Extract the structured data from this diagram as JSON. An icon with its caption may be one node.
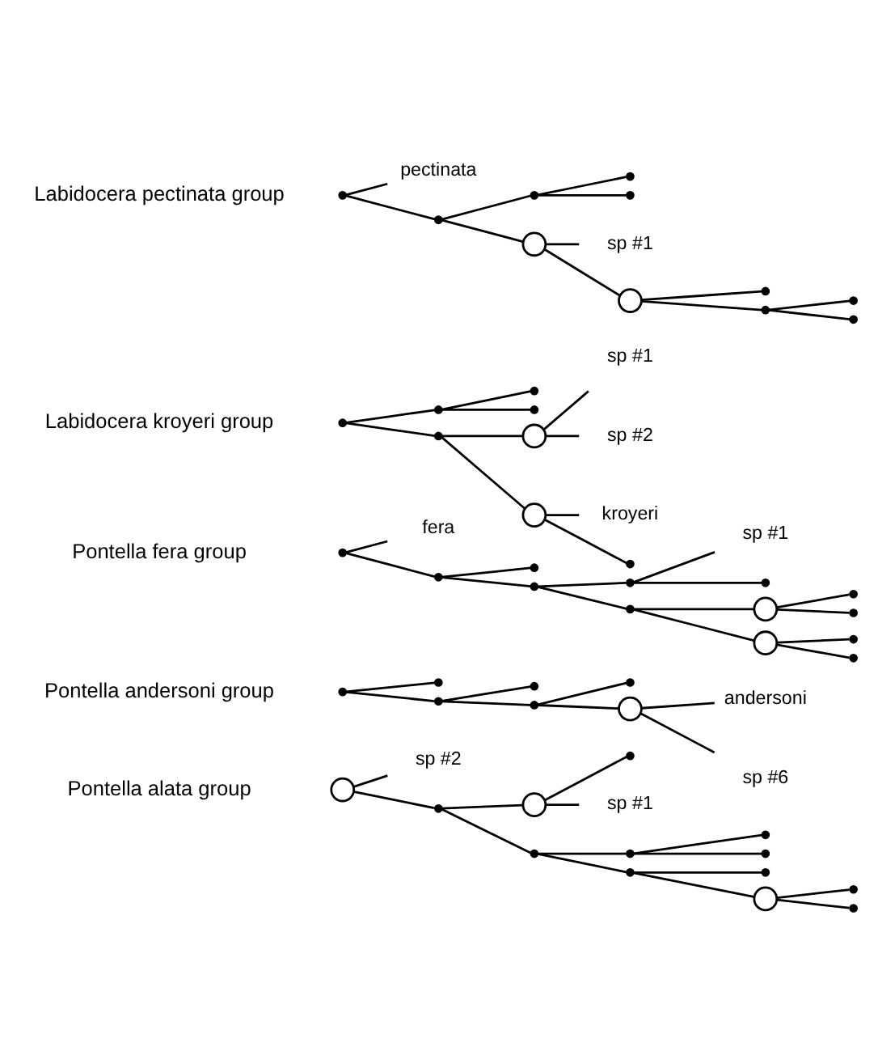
{
  "diagram": {
    "nodes": [
      {
        "text": [],
        "shape": "point"
      },
      {
        "text": [
          "pectinata"
        ]
      },
      {
        "text": [],
        "shape": "point"
      },
      {
        "text": [],
        "shape": "point"
      },
      {
        "text": [],
        "shape": "point"
      },
      {
        "text": [],
        "shape": "point"
      },
      {
        "text": [],
        "shape": "circle"
      },
      {
        "text": [
          "sp #1"
        ]
      },
      {
        "text": [],
        "shape": "circle"
      },
      {
        "text": [],
        "shape": "point"
      },
      {
        "text": [],
        "shape": "point"
      },
      {
        "text": [],
        "shape": "point"
      },
      {
        "text": [],
        "shape": "point"
      },
      {
        "text": [],
        "shape": "point"
      },
      {
        "text": [],
        "shape": "point"
      },
      {
        "text": [],
        "shape": "point"
      },
      {
        "text": [],
        "shape": "point"
      },
      {
        "text": [],
        "shape": "point"
      },
      {
        "text": [],
        "shape": "circle"
      },
      {
        "text": [
          "sp #1"
        ]
      },
      {
        "text": [
          "sp #2"
        ]
      },
      {
        "text": [],
        "shape": "circle"
      },
      {
        "text": [
          "kroyeri"
        ]
      },
      {
        "text": [],
        "shape": "point"
      },
      {
        "text": [],
        "shape": "point"
      },
      {
        "text": [
          "fera"
        ]
      },
      {
        "text": [],
        "shape": "point"
      },
      {
        "text": [],
        "shape": "point"
      },
      {
        "text": [],
        "shape": "point"
      },
      {
        "text": [],
        "shape": "point"
      },
      {
        "text": [
          "sp #1"
        ]
      },
      {
        "text": [],
        "shape": "point"
      },
      {
        "text": [],
        "shape": "point"
      },
      {
        "text": [],
        "shape": "circle"
      },
      {
        "text": [],
        "shape": "point"
      },
      {
        "text": [],
        "shape": "point"
      },
      {
        "text": [],
        "shape": "circle"
      },
      {
        "text": [],
        "shape": "point"
      },
      {
        "text": [],
        "shape": "point"
      },
      {
        "text": [],
        "shape": "point"
      },
      {
        "text": [],
        "shape": "point"
      },
      {
        "text": [],
        "shape": "point"
      },
      {
        "text": [],
        "shape": "point"
      },
      {
        "text": [],
        "shape": "point"
      },
      {
        "text": [],
        "shape": "point"
      },
      {
        "text": [],
        "shape": "circle"
      },
      {
        "text": [
          "andersoni"
        ]
      },
      {
        "text": [
          "sp #6"
        ]
      },
      {
        "text": [],
        "shape": "circle"
      },
      {
        "text": [
          "sp #2"
        ]
      },
      {
        "text": [],
        "shape": "point"
      },
      {
        "text": [],
        "shape": "circle"
      },
      {
        "text": [],
        "shape": "point"
      },
      {
        "text": [
          "sp #1"
        ]
      },
      {
        "text": [],
        "shape": "point"
      },
      {
        "text": [],
        "shape": "point"
      },
      {
        "text": [],
        "shape": "point"
      },
      {
        "text": [],
        "shape": "point"
      },
      {
        "text": [],
        "shape": "point"
      },
      {
        "text": [],
        "shape": "point"
      },
      {
        "text": [],
        "shape": "circle"
      },
      {
        "text": [],
        "shape": "point"
      },
      {
        "text": [],
        "shape": "point"
      }
    ],
    "edges": [
      {
        "from": 0,
        "to": 1,
        "arrow": "none"
      },
      {
        "from": 0,
        "to": 2,
        "arrow": "none"
      },
      {
        "from": 2,
        "to": 3,
        "arrow": "none"
      },
      {
        "from": 3,
        "to": 4,
        "arrow": "none"
      },
      {
        "from": 3,
        "to": 5,
        "arrow": "none"
      },
      {
        "from": 2,
        "to": 6,
        "arrow": "none"
      },
      {
        "from": 6,
        "to": 7,
        "arrow": "none"
      },
      {
        "from": 6,
        "to": 8,
        "arrow": "none"
      },
      {
        "from": 8,
        "to": 9,
        "arrow": "none"
      },
      {
        "from": 8,
        "to": 10,
        "arrow": "none"
      },
      {
        "from": 10,
        "to": 11,
        "arrow": "none"
      },
      {
        "from": 10,
        "to": 12,
        "arrow": "none"
      },
      {
        "from": 13,
        "to": 14,
        "arrow": "none"
      },
      {
        "from": 14,
        "to": 15,
        "arrow": "none"
      },
      {
        "from": 14,
        "to": 16,
        "arrow": "none"
      },
      {
        "from": 13,
        "to": 17,
        "arrow": "none"
      },
      {
        "from": 17,
        "to": 18,
        "arrow": "none"
      },
      {
        "from": 18,
        "to": 19,
        "arrow": "none"
      },
      {
        "from": 18,
        "to": 20,
        "arrow": "none"
      },
      {
        "from": 17,
        "to": 21,
        "arrow": "none"
      },
      {
        "from": 21,
        "to": 22,
        "arrow": "none"
      },
      {
        "from": 21,
        "to": 23,
        "arrow": "none"
      },
      {
        "from": 24,
        "to": 25,
        "arrow": "none"
      },
      {
        "from": 24,
        "to": 26,
        "arrow": "none"
      },
      {
        "from": 26,
        "to": 27,
        "arrow": "none"
      },
      {
        "from": 26,
        "to": 28,
        "arrow": "none"
      },
      {
        "from": 28,
        "to": 29,
        "arrow": "none"
      },
      {
        "from": 29,
        "to": 30,
        "arrow": "none"
      },
      {
        "from": 29,
        "to": 31,
        "arrow": "none"
      },
      {
        "from": 28,
        "to": 32,
        "arrow": "none"
      },
      {
        "from": 32,
        "to": 33,
        "arrow": "none"
      },
      {
        "from": 33,
        "to": 34,
        "arrow": "none"
      },
      {
        "from": 33,
        "to": 35,
        "arrow": "none"
      },
      {
        "from": 32,
        "to": 36,
        "arrow": "none"
      },
      {
        "from": 36,
        "to": 37,
        "arrow": "none"
      },
      {
        "from": 36,
        "to": 38,
        "arrow": "none"
      },
      {
        "from": 39,
        "to": 40,
        "arrow": "none"
      },
      {
        "from": 39,
        "to": 41,
        "arrow": "none"
      },
      {
        "from": 41,
        "to": 42,
        "arrow": "none"
      },
      {
        "from": 41,
        "to": 43,
        "arrow": "none"
      },
      {
        "from": 43,
        "to": 44,
        "arrow": "none"
      },
      {
        "from": 43,
        "to": 45,
        "arrow": "none"
      },
      {
        "from": 45,
        "to": 46,
        "arrow": "none"
      },
      {
        "from": 45,
        "to": 47,
        "arrow": "none"
      },
      {
        "from": 48,
        "to": 49,
        "arrow": "none"
      },
      {
        "from": 48,
        "to": 50,
        "arrow": "none"
      },
      {
        "from": 50,
        "to": 51,
        "arrow": "none"
      },
      {
        "from": 51,
        "to": 52,
        "arrow": "none"
      },
      {
        "from": 51,
        "to": 53,
        "arrow": "none"
      },
      {
        "from": 50,
        "to": 54,
        "arrow": "none"
      },
      {
        "from": 54,
        "to": 55,
        "arrow": "none"
      },
      {
        "from": 55,
        "to": 56,
        "arrow": "none"
      },
      {
        "from": 55,
        "to": 57,
        "arrow": "none"
      },
      {
        "from": 54,
        "to": 58,
        "arrow": "none"
      },
      {
        "from": 58,
        "to": 59,
        "arrow": "none"
      },
      {
        "from": 58,
        "to": 60,
        "arrow": "none"
      },
      {
        "from": 60,
        "to": 61,
        "arrow": "none"
      },
      {
        "from": 60,
        "to": 62,
        "arrow": "none"
      }
    ],
    "labels": [
      "Labidocera pectinata group",
      "Labidocera kroyeri group",
      "Pontella fera group",
      "Pontella andersoni group",
      "Pontella alata group"
    ]
  }
}
